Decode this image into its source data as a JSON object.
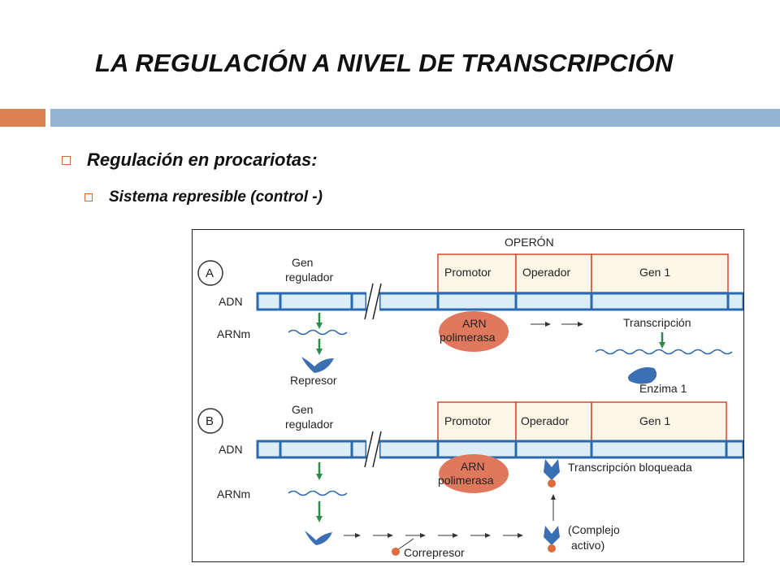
{
  "slide": {
    "title": "LA REGULACIÓN A NIVEL DE TRANSCRIPCIÓN",
    "bullet_1": "Regulación en procariotas:",
    "bullet_2": "Sistema represible (control -)"
  },
  "figure": {
    "operon_label": "OPERÓN",
    "panel_a": {
      "letter": "A",
      "gen_regulador": [
        "Gen",
        "regulador"
      ],
      "adn": "ADN",
      "arnm": "ARNm",
      "promotor": "Promotor",
      "operador": "Operador",
      "gen1": "Gen 1",
      "arn_polimerasa": [
        "ARN",
        "polimerasa"
      ],
      "transcripcion": "Transcripción",
      "represor": "Represor",
      "enzima": "Enzima 1"
    },
    "panel_b": {
      "letter": "B",
      "gen_regulador": [
        "Gen",
        "regulador"
      ],
      "adn": "ADN",
      "arnm": "ARNm",
      "promotor": "Promotor",
      "operador": "Operador",
      "gen1": "Gen 1",
      "arn_polimerasa": [
        "ARN",
        "polimerasa"
      ],
      "transcripcion_bloqueada": "Transcripción bloqueada",
      "complejo_activo": [
        "(Complejo",
        "activo)"
      ],
      "correpresor": "Correpresor"
    },
    "colors": {
      "dna": "#2a69b0",
      "dna_fill": "#dceef5",
      "box_border": "#d5492c",
      "box_fill": "#fbf6e6",
      "arrow_green": "#2e8a4a",
      "polymerase": "#e0785e",
      "protein_blue": "#3b6fb3",
      "corepressor": "#e06a3c"
    }
  }
}
